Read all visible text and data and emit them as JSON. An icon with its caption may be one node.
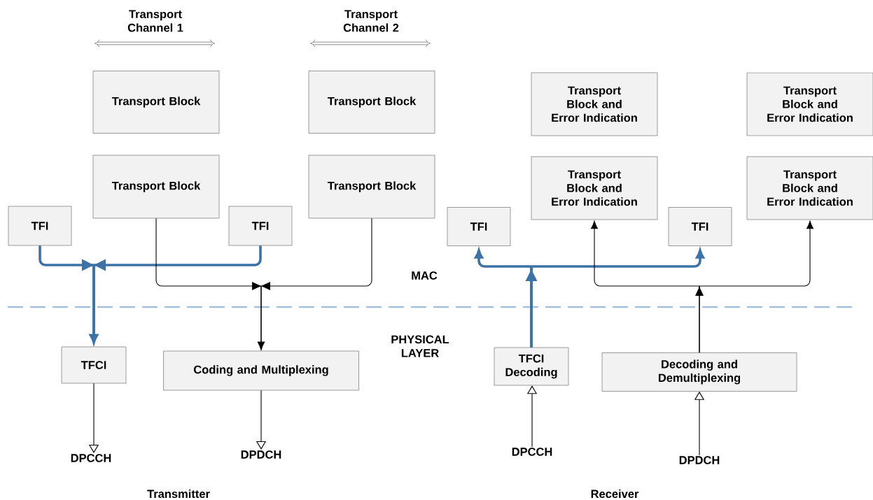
{
  "diagram": {
    "nodes": [
      {
        "text": [
          "Transport Block"
        ]
      },
      {
        "text": [
          "Transport Block"
        ]
      },
      {
        "text": [
          "Transport Block"
        ]
      },
      {
        "text": [
          "Transport Block"
        ]
      },
      {
        "text": [
          "TFI"
        ]
      },
      {
        "text": [
          "TFI"
        ]
      },
      {
        "text": [
          "TFCI"
        ]
      },
      {
        "text": [
          "Coding and Multiplexing"
        ]
      },
      {
        "text": [
          "DPCCH"
        ]
      },
      {
        "text": [
          "DPDCH"
        ]
      },
      {
        "text": [
          "Transport Block and Error Indication"
        ]
      },
      {
        "text": [
          "Transport Block and Error Indication"
        ]
      },
      {
        "text": [
          "Transport Block and Error Indication"
        ]
      },
      {
        "text": [
          "Transport Block and Error Indication"
        ]
      },
      {
        "text": [
          "TFI"
        ]
      },
      {
        "text": [
          "TFI"
        ]
      },
      {
        "text": [
          "TFCI Decoding"
        ]
      },
      {
        "text": [
          "Decoding and Demultiplexing"
        ]
      },
      {
        "text": [
          "DPCCH"
        ]
      },
      {
        "text": [
          "DPDCH"
        ]
      }
    ],
    "edges": [
      {
        "from": 4,
        "to": 6,
        "arrow": "to",
        "style": "thick",
        "color": "#3c72a6"
      },
      {
        "from": 5,
        "to": 6,
        "arrow": "to",
        "style": "thick",
        "color": "#3c72a6"
      },
      {
        "from": 2,
        "to": 7,
        "arrow": "to",
        "color": "#000000"
      },
      {
        "from": 3,
        "to": 7,
        "arrow": "to",
        "color": "#000000"
      },
      {
        "from": 6,
        "to": 8,
        "arrow": "to"
      },
      {
        "from": 7,
        "to": 9,
        "arrow": "to"
      },
      {
        "from": 16,
        "to": 14,
        "arrow": "to",
        "style": "thick",
        "color": "#3c72a6"
      },
      {
        "from": 16,
        "to": 15,
        "arrow": "to",
        "style": "thick",
        "color": "#3c72a6"
      },
      {
        "from": 17,
        "to": 12,
        "arrow": "to",
        "color": "#000000"
      },
      {
        "from": 17,
        "to": 13,
        "arrow": "to",
        "color": "#000000"
      },
      {
        "from": 18,
        "to": 16,
        "arrow": "to"
      },
      {
        "from": 19,
        "to": 17,
        "arrow": "to"
      }
    ],
    "labels": [
      "Transport Channel 1",
      "Transport Channel 2",
      "MAC",
      "PHYSICAL LAYER",
      "Transmitter",
      "Receiver"
    ]
  }
}
